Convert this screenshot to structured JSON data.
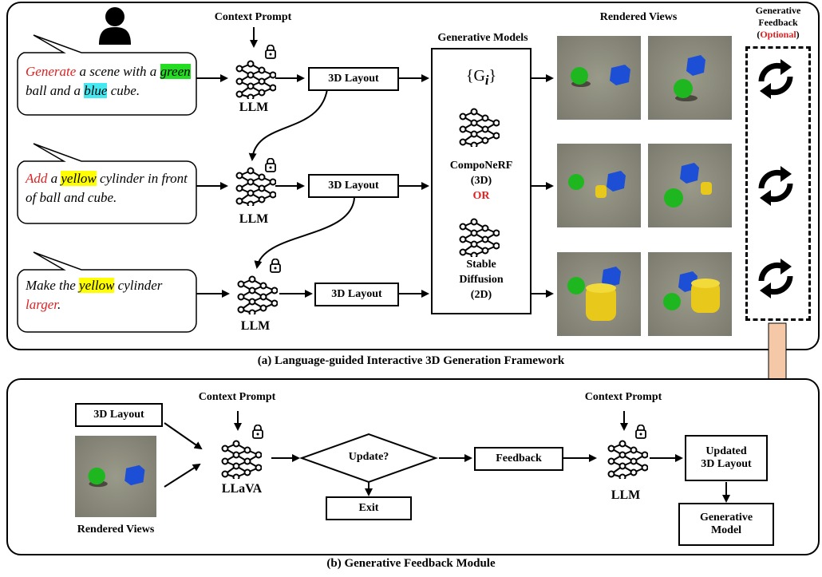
{
  "panel_a": {
    "caption": "(a) Language-guided Interactive 3D Generation Framework",
    "context_prompt": "Context Prompt",
    "generative_models_title": "Generative Models",
    "gi_symbol": "{G",
    "gi_sub": "i",
    "gi_close": "}",
    "composerf": "CompoNeRF",
    "composerf_dim": "(3D)",
    "or": "OR",
    "stable": "Stable",
    "diffusion": "Diffusion",
    "stable_dim": "(2D)",
    "rendered_views_title": "Rendered Views",
    "gen_feedback_title_1": "Generative",
    "gen_feedback_title_2": "Feedback",
    "gen_feedback_optional_open": "(",
    "gen_feedback_optional": "Optional",
    "gen_feedback_optional_close": ")",
    "llm_label": "LLM",
    "layout_label": "3D Layout",
    "prompt1": {
      "w1": "Generate",
      "t1": " a scene with a ",
      "w2": "green",
      "t2": " ball and a ",
      "w3": "blue",
      "t3": " cube."
    },
    "prompt2": {
      "w1": "Add",
      "t1": " a ",
      "w2": "yellow",
      "t2": " cylinder in front of ball and cube."
    },
    "prompt3": {
      "t1": "Make the ",
      "w2": "yellow",
      "t2": " cylinder ",
      "w3": "larger",
      "t3": "."
    }
  },
  "panel_b": {
    "caption": "(b) Generative Feedback Module",
    "layout_label": "3D Layout",
    "rendered_views": "Rendered Views",
    "context_prompt_1": "Context Prompt",
    "context_prompt_2": "Context Prompt",
    "llava": "LLaVA",
    "update": "Update?",
    "exit": "Exit",
    "feedback": "Feedback",
    "llm": "LLM",
    "updated_1": "Updated",
    "updated_2": "3D Layout",
    "generative_1": "Generative",
    "generative_2": "Model"
  },
  "icons": [
    "user-icon",
    "lock-icon",
    "neural-network-icon",
    "refresh-cycle-icon"
  ],
  "colors": {
    "accent_red": "#e02020",
    "highlight_green": "#22dd22",
    "highlight_blue": "#44e8f0",
    "highlight_yellow": "#ffff00",
    "down_arrow_fill": "#f5c9a8"
  }
}
